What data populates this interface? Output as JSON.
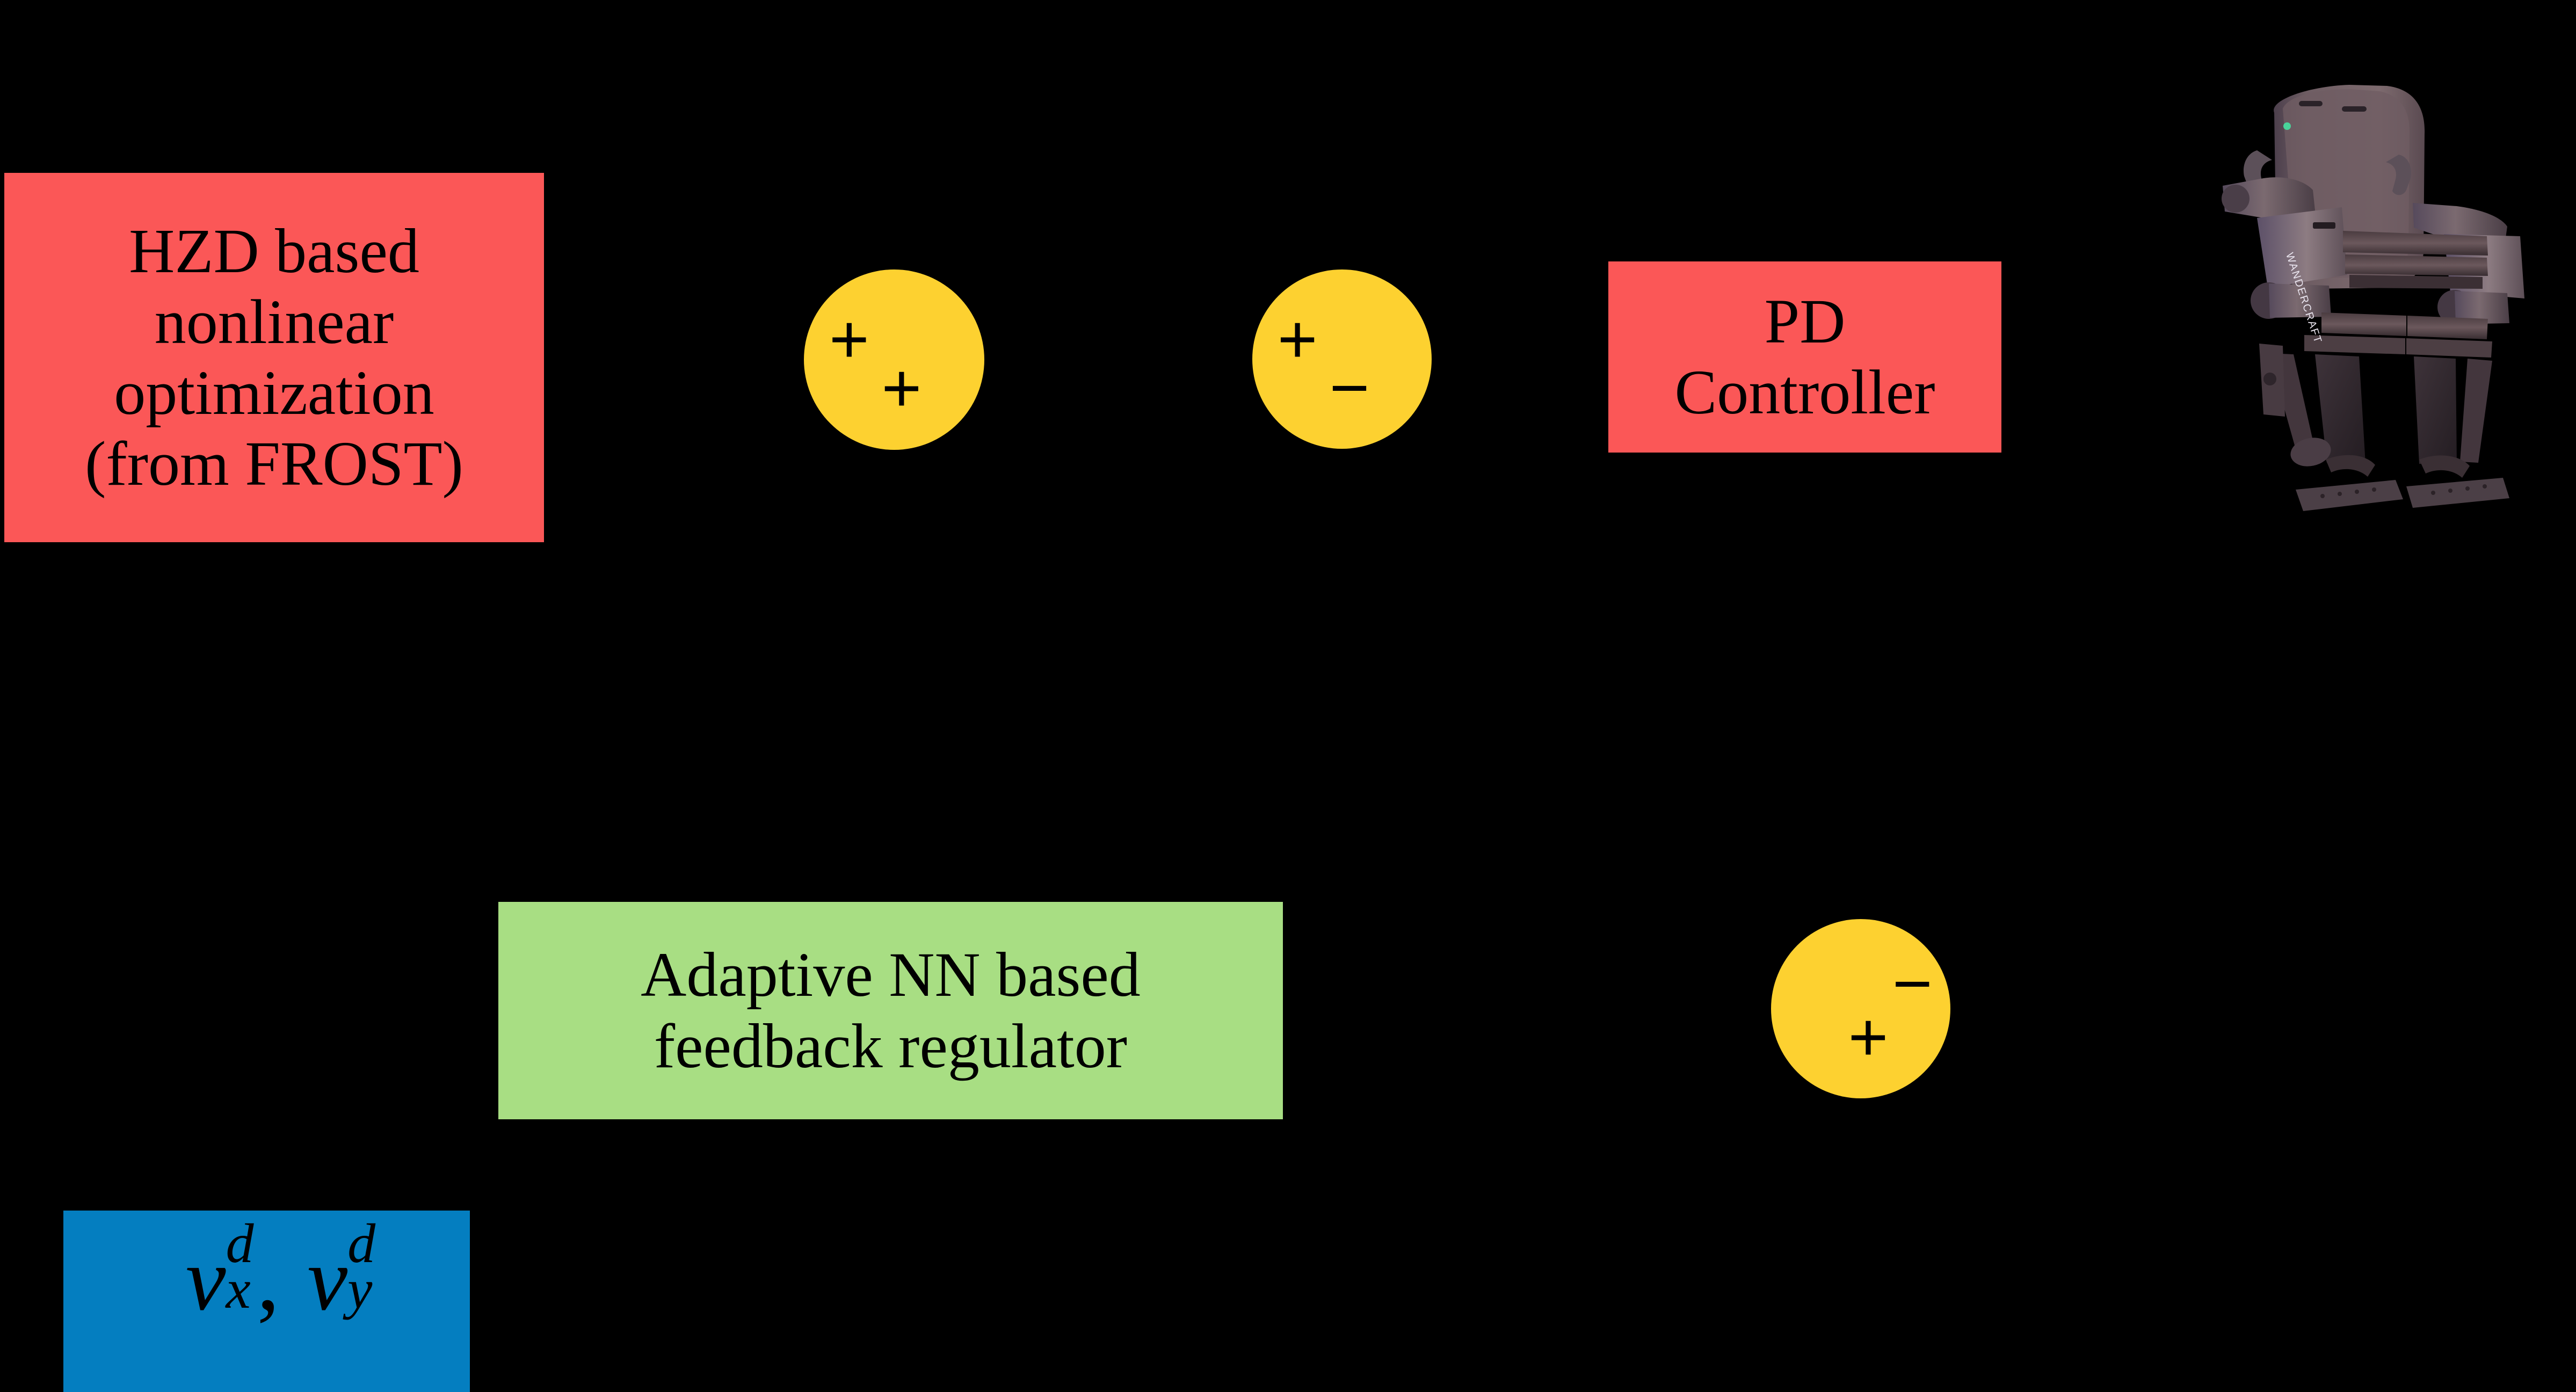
{
  "diagram": {
    "title": "HZD and adaptive neural-network control architecture",
    "background_color": "#000000",
    "colors": {
      "block_red": "#FB5757",
      "block_green": "#A8DE83",
      "block_blue": "#047EC0",
      "summing_yellow": "#FDD130",
      "text_black": "#000000"
    }
  },
  "blocks": {
    "hzd": {
      "name": "HZD based nonlinear optimization block",
      "color": "#FB5757",
      "lines": [
        "HZD based",
        "nonlinear",
        "optimization",
        "(from FROST)"
      ]
    },
    "pd": {
      "name": "PD Controller block",
      "color": "#FB5757",
      "lines": [
        "PD",
        "Controller"
      ]
    },
    "nn": {
      "name": "Adaptive NN based feedback regulator block",
      "color": "#A8DE83",
      "lines": [
        "Adaptive NN based",
        "feedback regulator"
      ]
    },
    "velocity": {
      "name": "Desired velocity input block",
      "color": "#047EC0",
      "latex": "v^d_x, \\; v^d_y",
      "terms": [
        {
          "base": "v",
          "superscript": "d",
          "subscript": "x"
        },
        {
          "base": "v",
          "superscript": "d",
          "subscript": "y"
        }
      ],
      "separator": ","
    }
  },
  "summing_junctions": [
    {
      "id": "sum-1",
      "name": "first summing junction",
      "color": "#FDD130",
      "signs": {
        "top_left": "+",
        "bottom_center": "+",
        "top_right": ""
      }
    },
    {
      "id": "sum-2",
      "name": "second summing junction",
      "color": "#FDD130",
      "signs": {
        "top_left": "+",
        "bottom_center": "−",
        "top_right": ""
      }
    },
    {
      "id": "sum-3",
      "name": "third summing junction",
      "color": "#FDD130",
      "signs": {
        "top_left": "",
        "bottom_center": "+",
        "top_right": "−"
      }
    }
  ],
  "plant": {
    "name": "lower-limb exoskeleton",
    "brand_label": "WANDERCRAFT"
  }
}
